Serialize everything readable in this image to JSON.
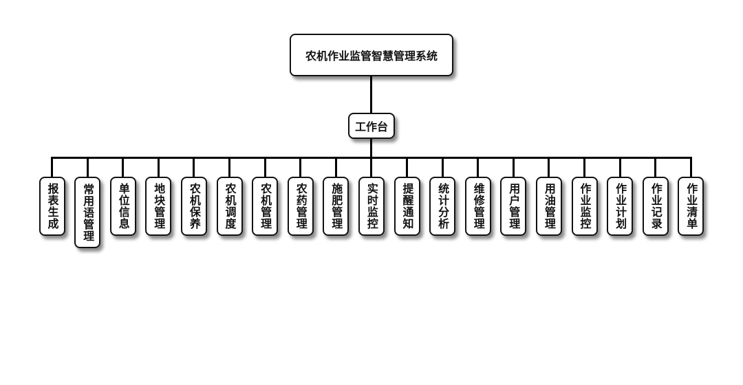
{
  "root": {
    "label": "农机作业监管智慧管理系统"
  },
  "hub": {
    "label": "工作台"
  },
  "leaves": [
    "报表生成",
    "常用语管理",
    "单位信息",
    "地块管理",
    "农机保养",
    "农机调度",
    "农机管理",
    "农药管理",
    "施肥管理",
    "实时监控",
    "提醒通知",
    "统计分析",
    "维修管理",
    "用户管理",
    "用油管理",
    "作业监控",
    "作业计划",
    "作业记录",
    "作业清单"
  ]
}
